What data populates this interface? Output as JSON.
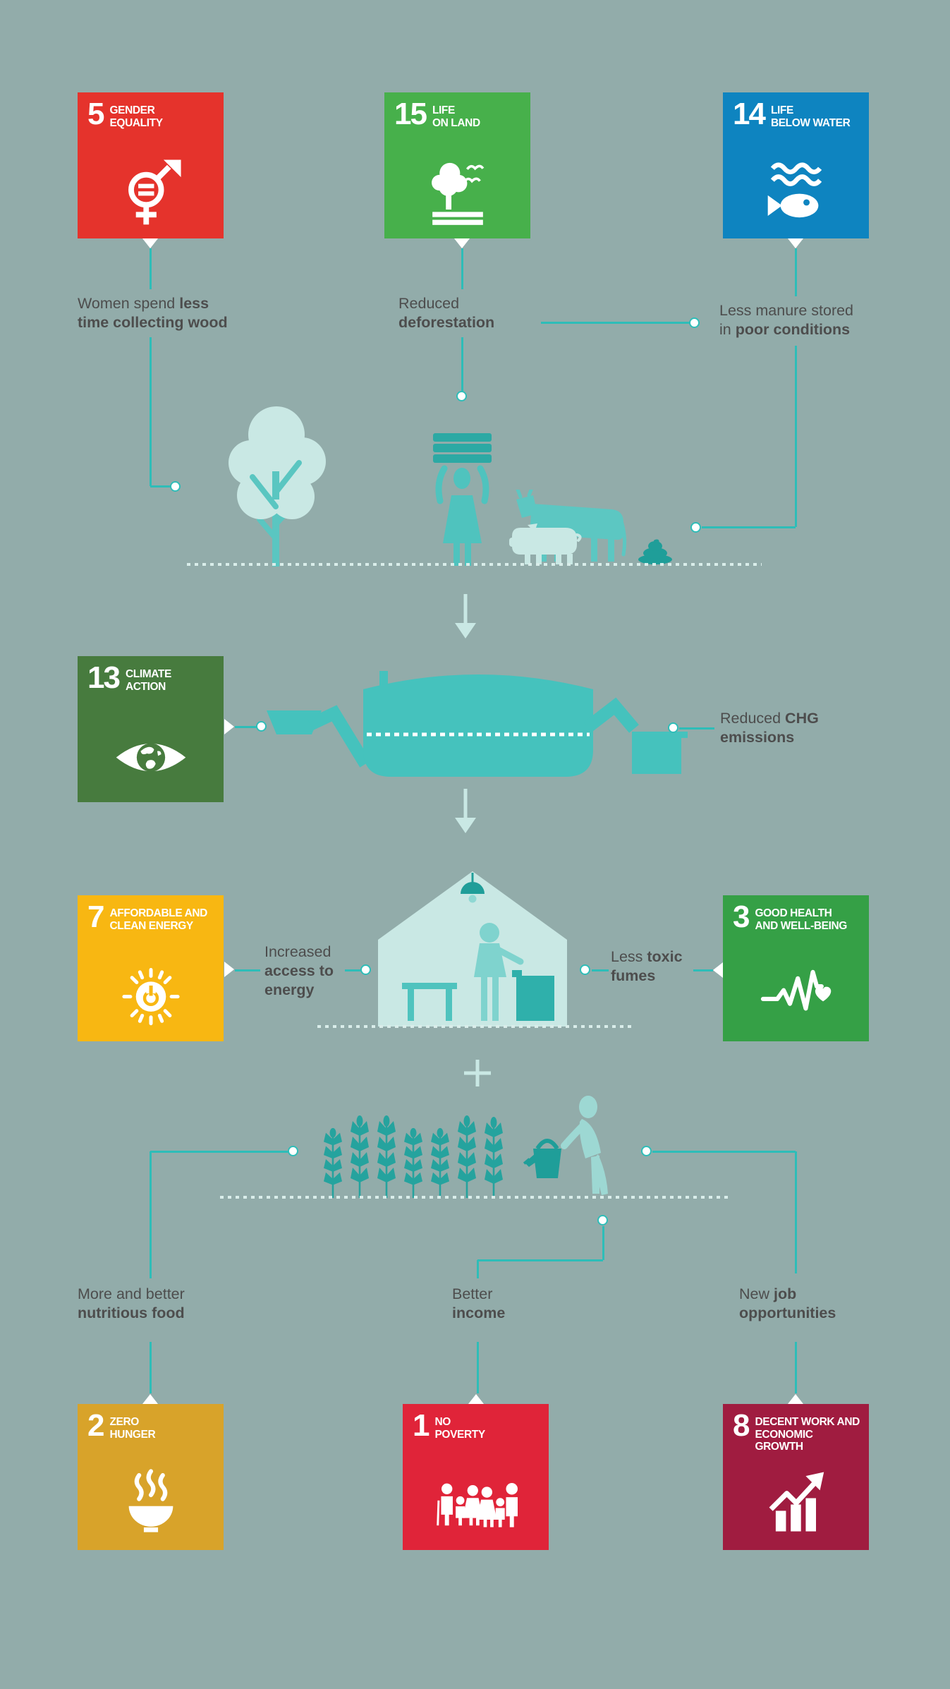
{
  "palette": {
    "background": "#92ACAA",
    "connector_teal": "#2EBDB8",
    "light_teal": "#C9E8E4",
    "medium_teal": "#4FC3BE",
    "dark_teal": "#1F9E99",
    "text_dark": "#4D4D4D",
    "sdg5_red": "#E5332C",
    "sdg15_green": "#47B04B",
    "sdg14_blue": "#0E84C0",
    "sdg13_dark_green": "#477B3E",
    "sdg7_yellow": "#F8B712",
    "sdg3_green": "#35A046",
    "sdg2_mustard": "#D8A32A",
    "sdg1_red": "#E02439",
    "sdg8_maroon": "#A01C40"
  },
  "goals": {
    "gender_equality": {
      "number": "5",
      "title1": "GENDER",
      "title2": "EQUALITY"
    },
    "life_on_land": {
      "number": "15",
      "title1": "LIFE",
      "title2": "ON LAND"
    },
    "life_below_water": {
      "number": "14",
      "title1": "LIFE",
      "title2": "BELOW WATER"
    },
    "climate_action": {
      "number": "13",
      "title1": "CLIMATE",
      "title2": "ACTION"
    },
    "affordable_and_clean_energy": {
      "number": "7",
      "title1": "AFFORDABLE AND",
      "title2": "CLEAN ENERGY"
    },
    "good_health_and_well_being": {
      "number": "3",
      "title1": "GOOD HEALTH",
      "title2": "AND WELL-BEING"
    },
    "zero_hunger": {
      "number": "2",
      "title1": "ZERO",
      "title2": "HUNGER"
    },
    "no_poverty": {
      "number": "1",
      "title1": "NO",
      "title2": "POVERTY"
    },
    "decent_work_and_economic_growth": {
      "number": "8",
      "title1": "DECENT WORK AND",
      "title2": "ECONOMIC GROWTH"
    }
  },
  "benefits": {
    "wood": {
      "t1": "Women spend ",
      "b1": "less",
      "b2": "time collecting wood"
    },
    "deforestation": {
      "t1": "Reduced",
      "b2": "deforestation"
    },
    "manure": {
      "t1": "Less manure stored",
      "t2": "in ",
      "b2": "poor conditions"
    },
    "chg": {
      "t1": "Reduced ",
      "b1": "CHG",
      "b2": "emissions"
    },
    "energy": {
      "t1": "Increased",
      "b2": "access to",
      "b3": "energy"
    },
    "fumes": {
      "t1": "Less ",
      "b1": "toxic",
      "b2": "fumes"
    },
    "food": {
      "t1": "More and better",
      "b2": "nutritious food"
    },
    "income": {
      "t1": "Better",
      "b2": "income"
    },
    "jobs": {
      "t1": "New ",
      "b1": "job",
      "b2": "opportunities"
    }
  },
  "scenes": {
    "collection": "woman carrying firewood beside tree, cow, pig and manure pile",
    "digester": "biogas digester with inlet funnel and outlet pot",
    "home": "house with lamp, bench and woman cooking on biogas stove",
    "farm": "wheat crops and farmer watering with slurry"
  }
}
